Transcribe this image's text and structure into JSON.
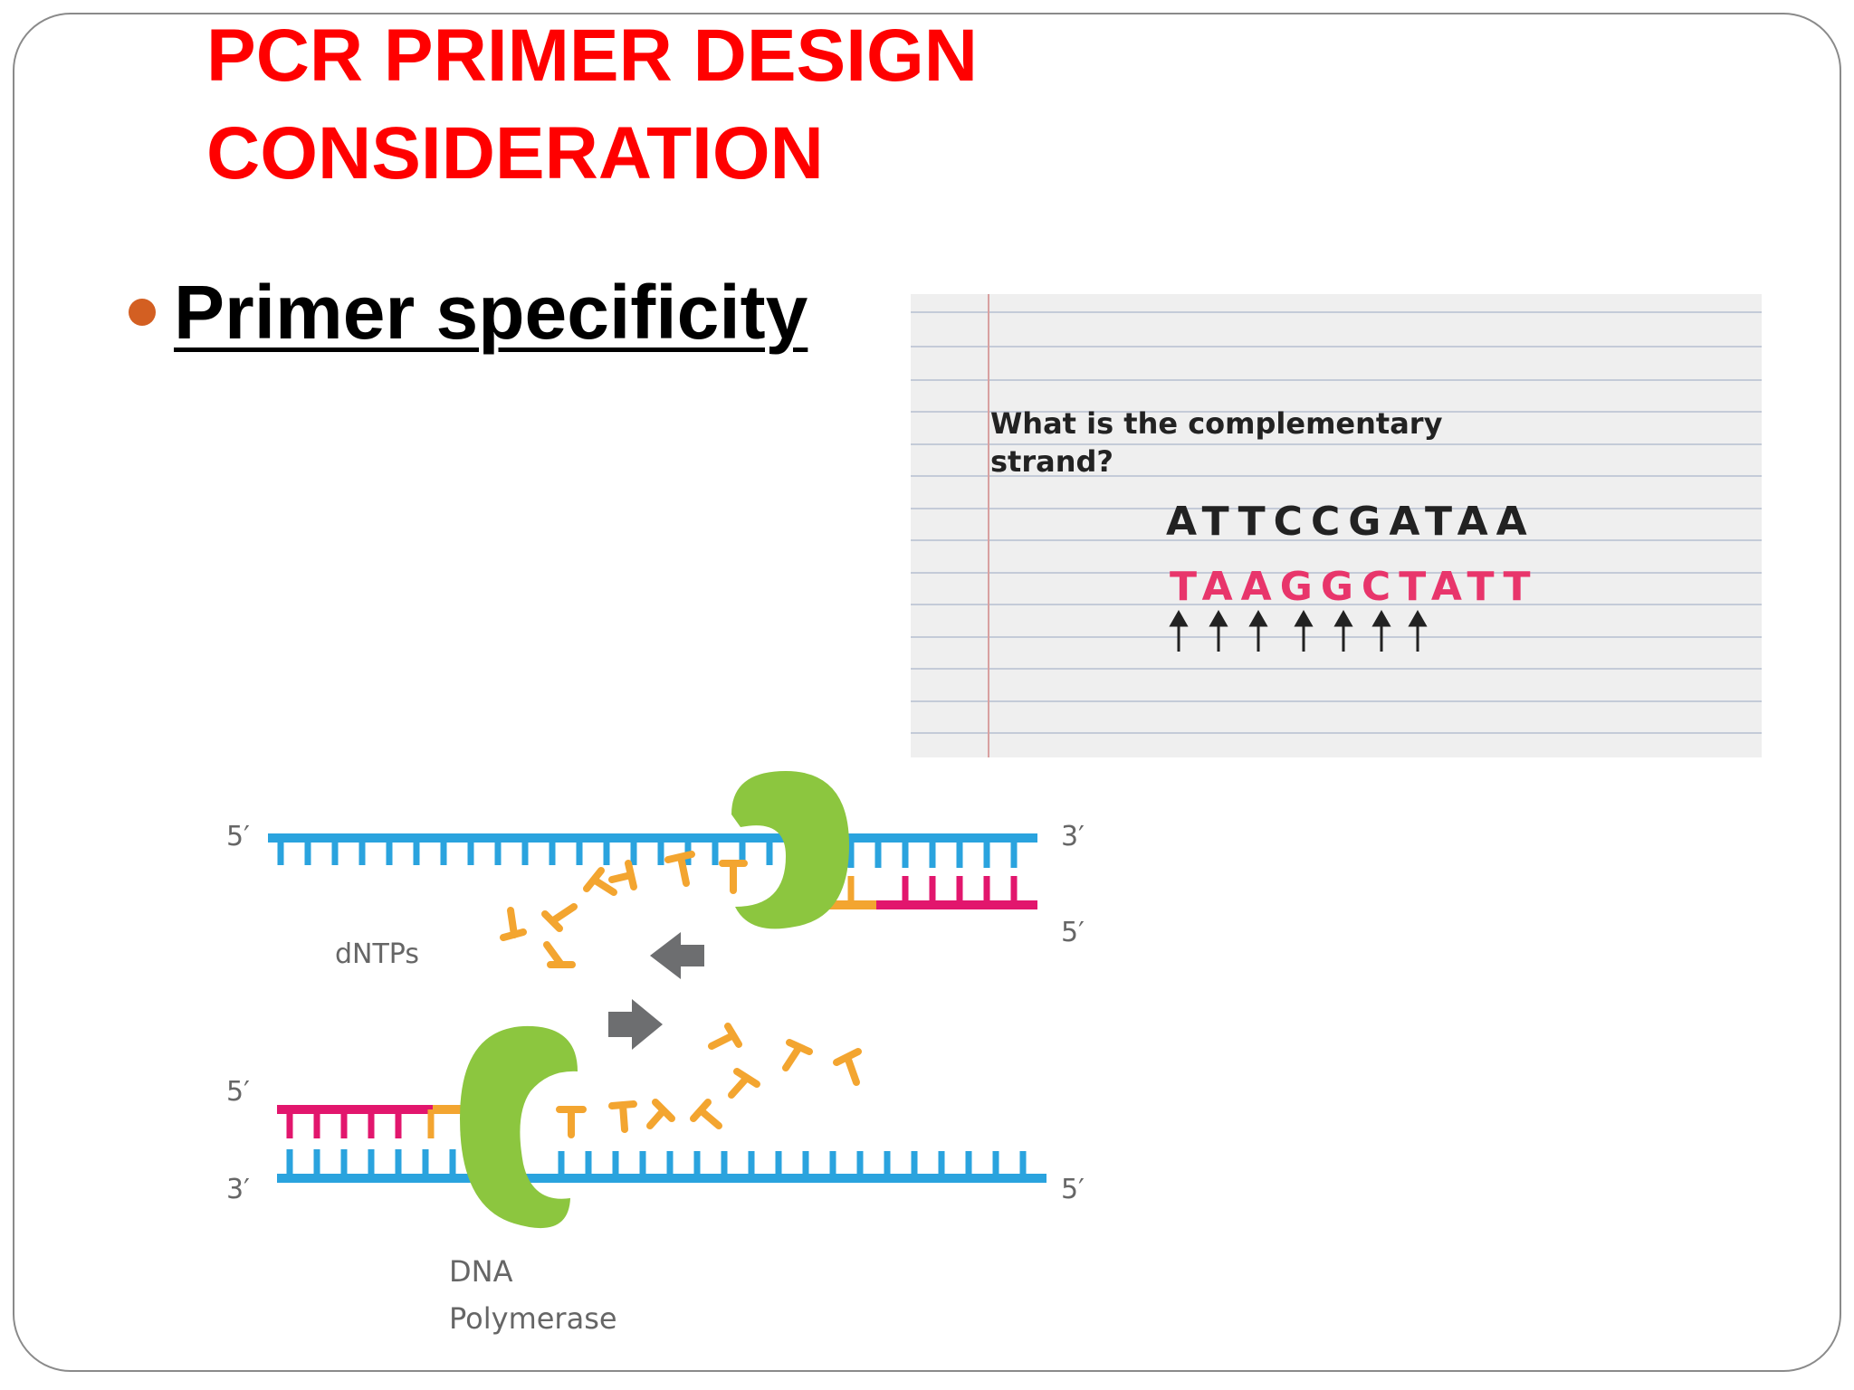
{
  "slide": {
    "title_line1": "PCR PRIMER DESIGN",
    "title_line2": "CONSIDERATION",
    "bullet": "Primer specificity"
  },
  "paper_image": {
    "question_line1": "What is the complementary",
    "question_line2": "strand?",
    "template_strand": "ATTCCGATAA",
    "complementary_strand": "TAAGGCTATT",
    "arrow_count": 7,
    "colors": {
      "template": "#222222",
      "complement": "#e8356b",
      "lines": "#b6bfd0",
      "margin": "#d8a0a0"
    }
  },
  "dna_diagram": {
    "top_left_label": "5′",
    "top_right_label_upper": "3′",
    "top_right_label_lower": "5′",
    "dntps_label": "dNTPs",
    "bottom_left_label_upper": "5′",
    "bottom_left_label_lower": "3′",
    "bottom_right_label_lower": "5′",
    "polymerase_label_line1": "DNA",
    "polymerase_label_line2": "Polymerase",
    "colors": {
      "template": "#2aa3de",
      "primer": "#e2166d",
      "new_strand": "#f3a530",
      "polymerase": "#8cc63f",
      "arrow": "#6d6e70"
    }
  }
}
